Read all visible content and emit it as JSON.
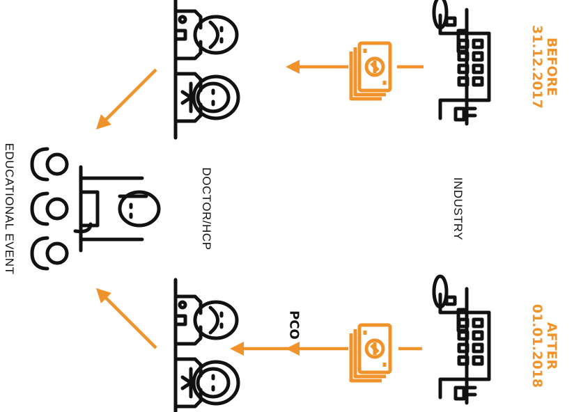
{
  "colors": {
    "accent": "#F0932B",
    "ink": "#111111"
  },
  "labels": {
    "before_line1": "BEFORE",
    "before_line2": "31.12.2017",
    "after_line1": "AFTER",
    "after_line2": "01.01.2018",
    "industry": "INDUSTRY",
    "doctor": "DOCTOR/HCP",
    "educational_event": "EDUCATIONAL EVENT",
    "pco": "PCO"
  },
  "icons": [
    "building-icon",
    "money-stack-icon",
    "dollar-coin-icon",
    "doctor-male-icon",
    "doctor-female-icon",
    "audience-icon",
    "speaker-icon",
    "arrow-icon"
  ]
}
